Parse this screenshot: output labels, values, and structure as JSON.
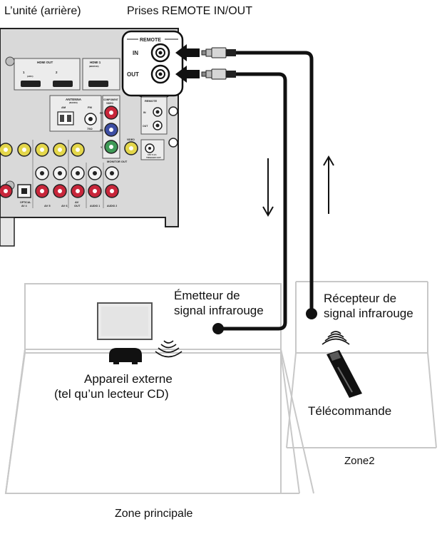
{
  "labels": {
    "unit_rear": "L’unité (arrière)",
    "remote_jacks": "Prises REMOTE IN/OUT",
    "ir_emitter_line1": "Émetteur de",
    "ir_emitter_line2": "signal infrarouge",
    "ir_receiver_line1": "Récepteur de",
    "ir_receiver_line2": "signal infrarouge",
    "external_device_line1": "Appareil externe",
    "external_device_line2": "(tel  qu’un lecteur CD)",
    "remote_control": "Télécommande",
    "zone2": "Zone2",
    "main_zone": "Zone principale"
  },
  "panel": {
    "remote_title": "REMOTE",
    "remote_in": "IN",
    "remote_out": "OUT",
    "hdmi_out": "HDMI OUT",
    "hdmi_out_1": "1",
    "hdmi_out_1_sub": "(ARC)",
    "hdmi_out_2": "2",
    "hdmi_1": "HDMI 1",
    "hdmi_1_sub": "(BD/DVD)",
    "antenna": "ANTENNA",
    "antenna_sub": "(RADIO)",
    "am": "AM",
    "fm": "FM",
    "ohm": "75Ω",
    "component": "COMPONENT",
    "component_sub": "VIDEO",
    "pb": "PB",
    "pr": "PR",
    "y": "Y",
    "video": "VIDEO",
    "monitor_out": "MONITOR OUT",
    "trigger_12v": "12V  0.1A",
    "trigger_out": "TRIGGER OUT",
    "optical": "OPTICAL",
    "av5": "AV 5",
    "av6": "AV 6",
    "av4": "AV 4",
    "av_out": "AV",
    "av_out_sub": "OUT",
    "audio1": "AUDIO 1",
    "audio2": "AUDIO 2"
  },
  "colors": {
    "cable": "#111111",
    "panel_fill": "#d9d9d9",
    "room_outline": "#c8c8c8",
    "jack_yellow": "#e3d64a",
    "jack_red": "#c8263a",
    "jack_green": "#3f9a57",
    "jack_blue": "#3d4ea3"
  },
  "icons": [
    "signal-arrow-down-icon",
    "signal-arrow-up-icon",
    "ir-wave-icon",
    "remote-control-icon",
    "external-device-icon",
    "tv-icon"
  ]
}
